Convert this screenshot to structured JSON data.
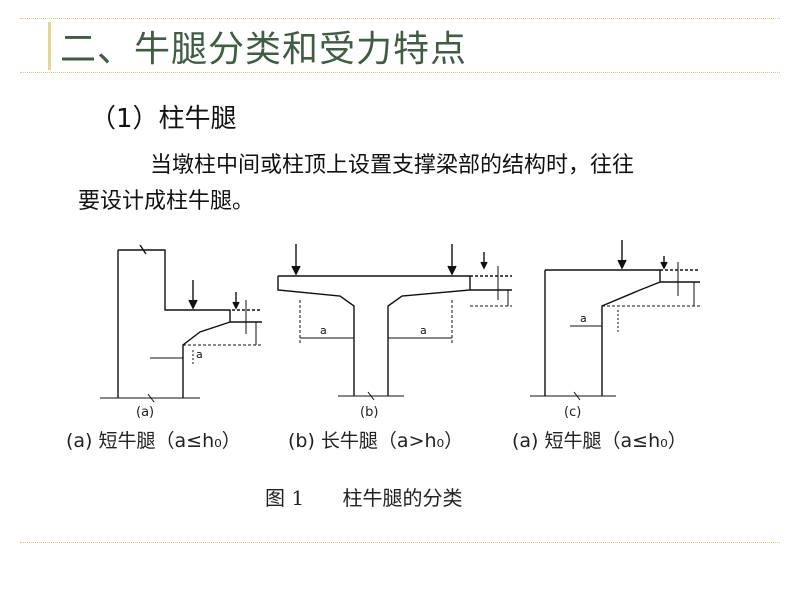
{
  "slide": {
    "title": "二、牛腿分类和受力特点",
    "subtitle": "（1）柱牛腿",
    "paragraph_line1": "当墩柱中间或柱顶上设置支撑梁部的结构时，往往",
    "paragraph_line2": "要设计成柱牛腿。"
  },
  "figure": {
    "panel_labels": [
      "(a)",
      "(b)",
      "(c)"
    ],
    "captions": [
      "(a) 短牛腿（a≤h₀）",
      "(b) 长牛腿（a>h₀）",
      "(a) 短牛腿（a≤h₀）"
    ],
    "dim_a": "a",
    "fig_number": "图 1",
    "fig_title": "柱牛腿的分类"
  },
  "colors": {
    "title": "#3f5d42",
    "border": "#d9cc7a",
    "text": "#111111"
  }
}
